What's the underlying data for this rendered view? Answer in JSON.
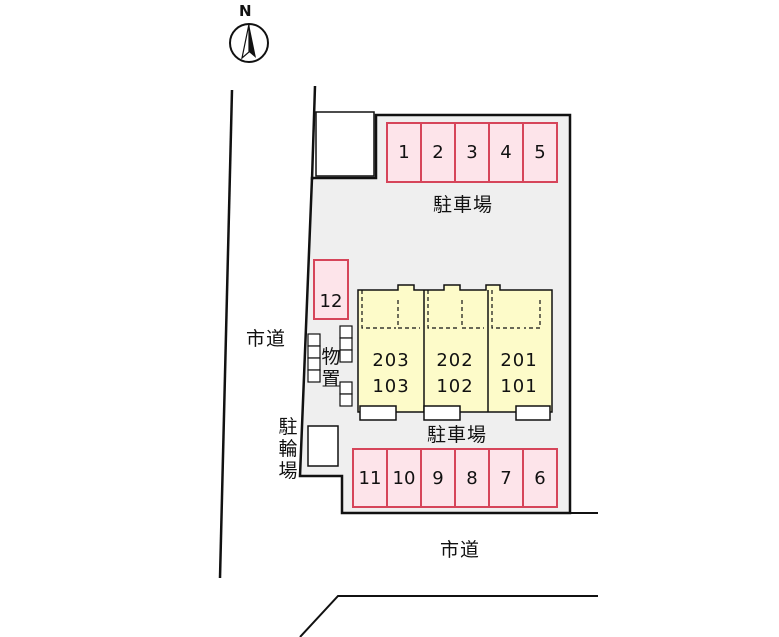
{
  "compass": {
    "label": "N"
  },
  "roads": {
    "west_label": "市道",
    "south_label": "市道"
  },
  "parking": {
    "north_label": "駐車場",
    "south_label": "駐車場",
    "north_slots": [
      "1",
      "2",
      "3",
      "4",
      "5"
    ],
    "south_slots": [
      "11",
      "10",
      "9",
      "8",
      "7",
      "6"
    ],
    "extra_slot": "12"
  },
  "storage": {
    "label": "物置"
  },
  "bike_parking": {
    "label": "駐輪場"
  },
  "building": {
    "units": [
      {
        "upper": "203",
        "lower": "103"
      },
      {
        "upper": "202",
        "lower": "102"
      },
      {
        "upper": "201",
        "lower": "101"
      }
    ]
  },
  "colors": {
    "lot_fill": "#efefef",
    "building_fill": "#fdfbc9",
    "slot_fill": "#fde4ea",
    "slot_border": "#d6455a"
  }
}
